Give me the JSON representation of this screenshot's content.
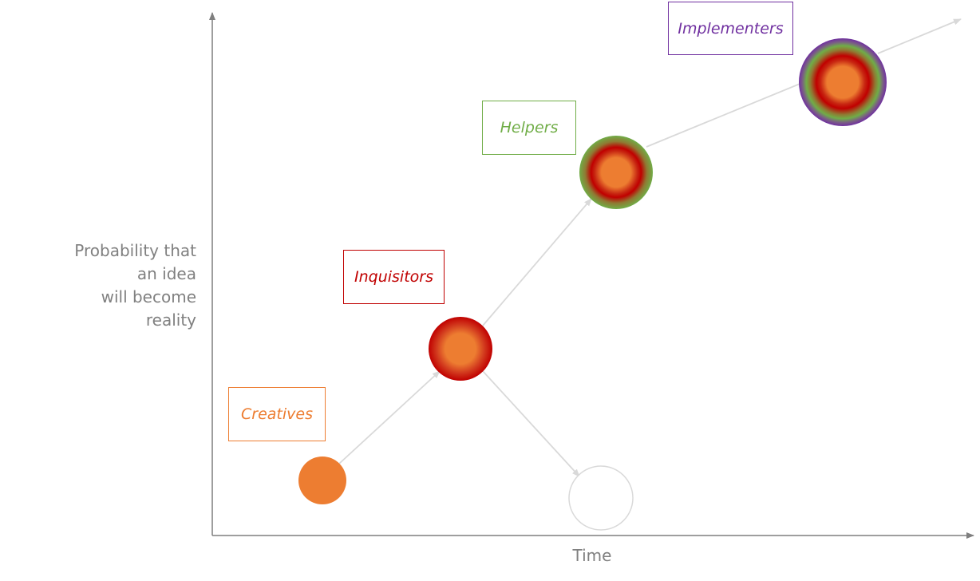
{
  "axes": {
    "y_label_lines": [
      "Probability that",
      "an idea",
      "will become",
      "reality"
    ],
    "x_label": "Time"
  },
  "stages": [
    {
      "id": "creatives",
      "label": "Creatives",
      "color": "#ED7D31"
    },
    {
      "id": "inquisitors",
      "label": "Inquisitors",
      "color": "#C00000"
    },
    {
      "id": "helpers",
      "label": "Helpers",
      "color": "#70AD47"
    },
    {
      "id": "implementers",
      "label": "Implementers",
      "color": "#7030A0"
    }
  ],
  "colors": {
    "axis": "#7F7F7F",
    "arrow": "#D9D9D9",
    "core": "#ED7D31",
    "ring_inquisitors": "#C00000",
    "ring_helpers": "#70AD47",
    "ring_implementers": "#7030A0",
    "dead_end": "#D9D9D9"
  }
}
